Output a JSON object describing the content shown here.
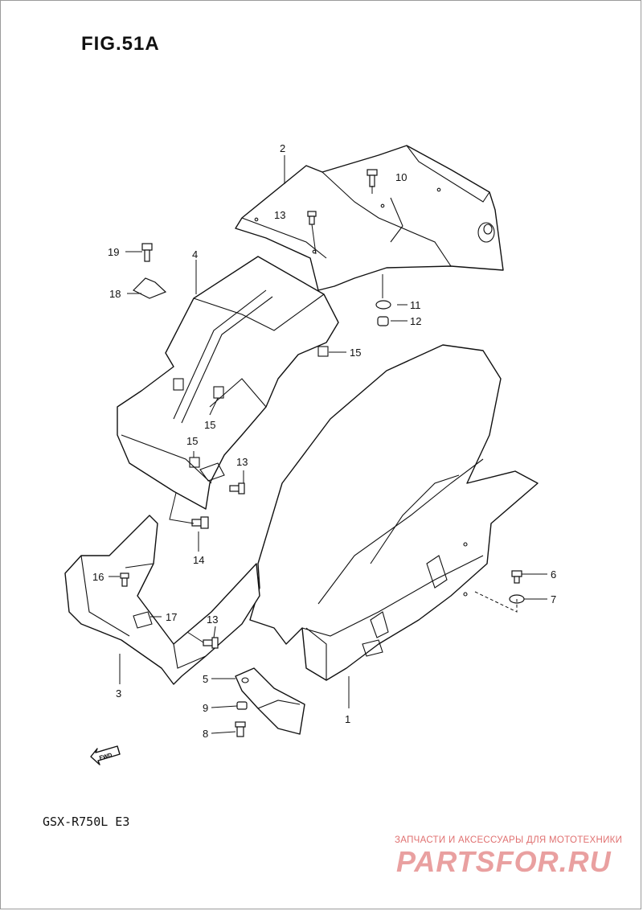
{
  "figure_title": "FIG.51A",
  "model_code": "GSX-R750L E3",
  "fwd_label": "FWD",
  "watermark": {
    "caption": "ЗАПЧАСТИ И АКСЕССУАРЫ ДЛЯ МОТОТЕХНИКИ",
    "logo": "PARTSFOR.RU",
    "color": "#e07070"
  },
  "callouts": [
    "1",
    "2",
    "3",
    "4",
    "5",
    "6",
    "7",
    "8",
    "9",
    "10",
    "11",
    "12",
    "13",
    "13",
    "13",
    "14",
    "15",
    "15",
    "15",
    "16",
    "17",
    "18",
    "19"
  ]
}
